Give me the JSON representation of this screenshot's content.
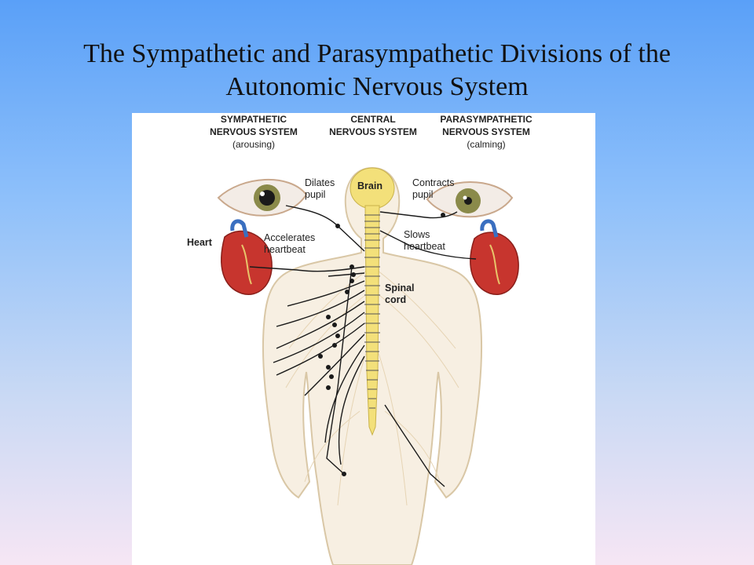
{
  "slide": {
    "title_line1": "The Sympathetic and Parasympathetic Divisions of the",
    "title_line2": "Autonomic Nervous System"
  },
  "diagram": {
    "headers": {
      "sympathetic": {
        "line1": "SYMPATHETIC",
        "line2": "NERVOUS SYSTEM",
        "line3": "(arousing)"
      },
      "central": {
        "line1": "CENTRAL",
        "line2": "NERVOUS SYSTEM"
      },
      "parasympathetic": {
        "line1": "PARASYMPATHETIC",
        "line2": "NERVOUS SYSTEM",
        "line3": "(calming)"
      }
    },
    "labels": {
      "dilates": {
        "line1": "Dilates",
        "line2": "pupil"
      },
      "contracts": {
        "line1": "Contracts",
        "line2": "pupil"
      },
      "brain": "Brain",
      "heart": "Heart",
      "accelerates": {
        "line1": "Accelerates",
        "line2": "heartbeat"
      },
      "slows": {
        "line1": "Slows",
        "line2": "heartbeat"
      },
      "spinal": {
        "line1": "Spinal",
        "line2": "cord"
      }
    },
    "colors": {
      "spine": "#f3e07a",
      "body_outline": "#d9c7a6",
      "nerve": "#1a1a1a",
      "heart": "#c7352e",
      "iris": "#8a8a4a"
    }
  }
}
